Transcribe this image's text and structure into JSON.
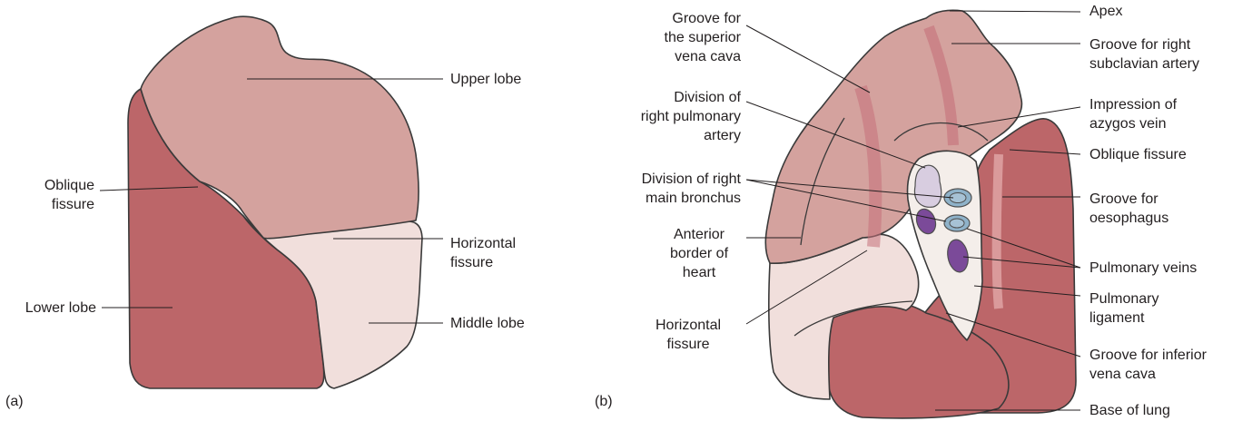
{
  "panel_a": {
    "tag": "(a)",
    "labels": {
      "upper_lobe": "Upper lobe",
      "oblique_fissure": "Oblique\nfissure",
      "horizontal_fissure": "Horizontal\nfissure",
      "lower_lobe": "Lower lobe",
      "middle_lobe": "Middle lobe"
    }
  },
  "panel_b": {
    "tag": "(b)",
    "labels": {
      "groove_svc": "Groove for\nthe superior\nvena cava",
      "division_pulm_artery": "Division of\nright pulmonary\nartery",
      "division_bronchus": "Division of right\nmain bronchus",
      "anterior_border": "Anterior\nborder of\nheart",
      "horizontal_fissure": "Horizontal\nfissure",
      "apex": "Apex",
      "groove_subclavian": "Groove for right\nsubclavian artery",
      "impression_azygos": "Impression of\nazygos vein",
      "oblique_fissure": "Oblique fissure",
      "groove_oesophagus": "Groove for\noesophagus",
      "pulmonary_veins": "Pulmonary veins",
      "pulmonary_ligament": "Pulmonary\nligament",
      "groove_ivc": "Groove for inferior\nvena cava",
      "base_of_lung": "Base of lung"
    }
  },
  "colors": {
    "upper_lobe": "#d4a29e",
    "lower_lobe": "#bc6669",
    "middle_lobe": "#f1dfdc",
    "hilum": "#f4eeea",
    "artery": "#d8cde0",
    "bronchus": "#8fb2c9",
    "vein": "#7b4a99",
    "groove": "#c4707a"
  }
}
